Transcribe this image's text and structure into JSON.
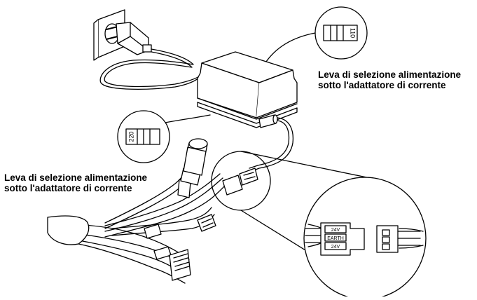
{
  "labels": {
    "top": {
      "line1": "Leva di selezione alimentazione",
      "line2": "sotto l'adattatore di corrente"
    },
    "left": {
      "line1": "Leva di selezione alimentazione",
      "line2": "sotto l'adattatore di corrente"
    }
  },
  "switch_110": {
    "value": "110"
  },
  "switch_220": {
    "value": "220"
  },
  "connector": {
    "pin1": "24V",
    "pin2": "EARTH",
    "pin3": "24V"
  }
}
